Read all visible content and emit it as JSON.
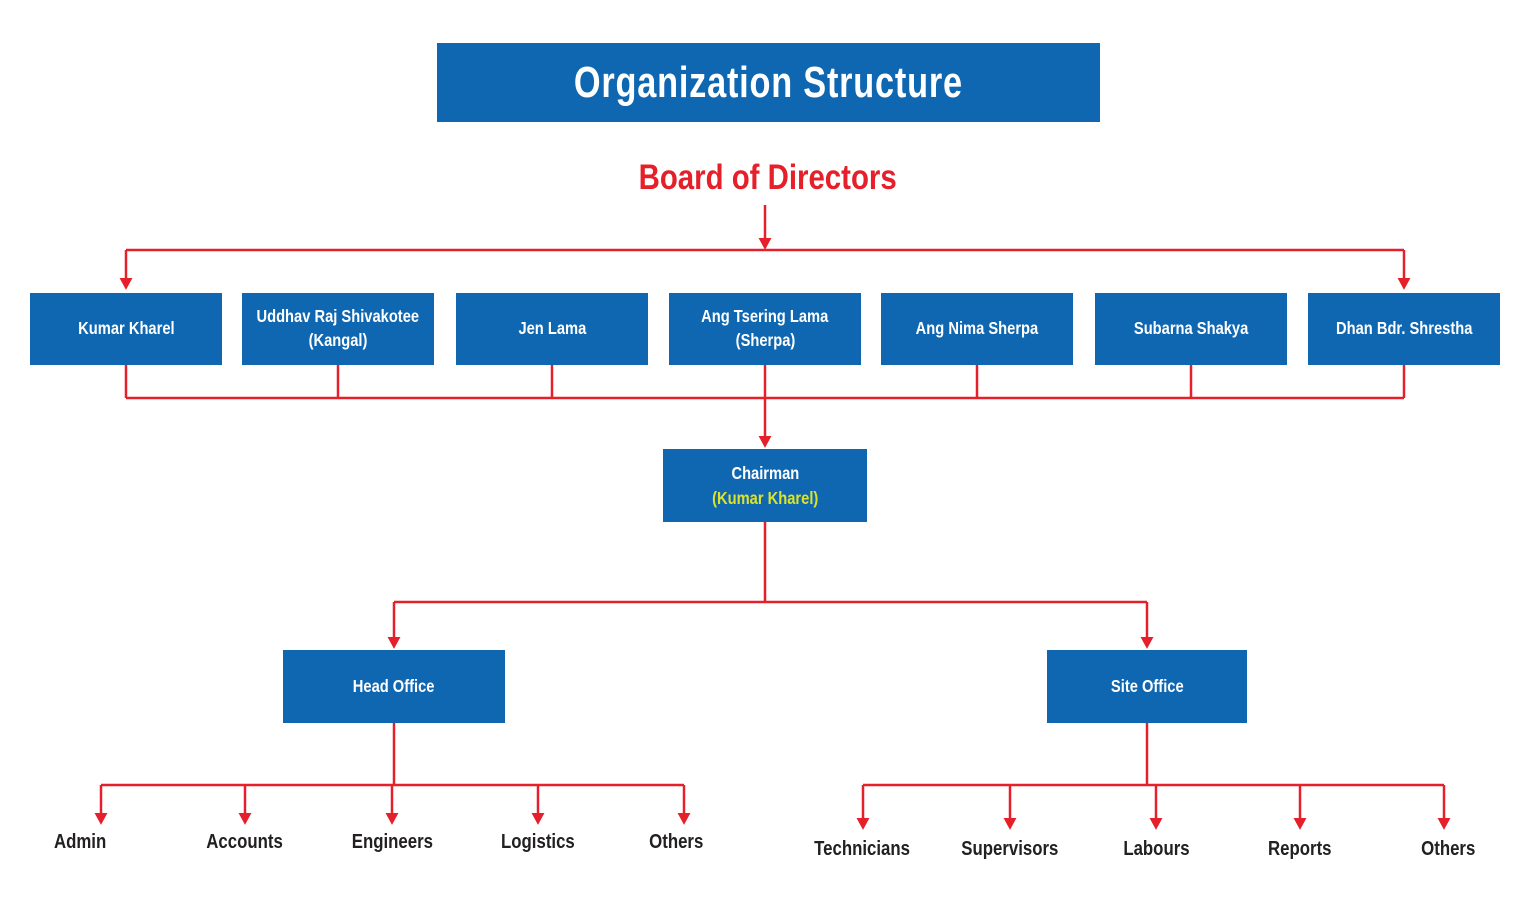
{
  "title": "Organization Structure",
  "board_label": "Board of Directors",
  "directors": [
    {
      "line1": "Kumar Kharel",
      "line2": ""
    },
    {
      "line1": "Uddhav Raj Shivakotee",
      "line2": "(Kangal)"
    },
    {
      "line1": "Jen Lama",
      "line2": ""
    },
    {
      "line1": "Ang Tsering Lama",
      "line2": "(Sherpa)"
    },
    {
      "line1": "Ang Nima Sherpa",
      "line2": ""
    },
    {
      "line1": "Subarna Shakya",
      "line2": ""
    },
    {
      "line1": "Dhan Bdr. Shrestha",
      "line2": ""
    }
  ],
  "chairman": {
    "title": "Chairman",
    "name": "(Kumar Kharel)"
  },
  "offices": {
    "head": "Head Office",
    "site": "Site Office"
  },
  "head_office_departments": [
    "Admin",
    "Accounts",
    "Engineers",
    "Logistics",
    "Others"
  ],
  "site_office_departments": [
    "Technicians",
    "Supervisors",
    "Labours",
    "Reports",
    "Others"
  ],
  "colors": {
    "box_blue": "#0f67b1",
    "connector_red": "#e5202a",
    "heading_red": "#e5202a",
    "chairman_name_yellow": "#dde32b",
    "box_text_white": "#ffffff",
    "leaf_text_black": "#232021"
  }
}
